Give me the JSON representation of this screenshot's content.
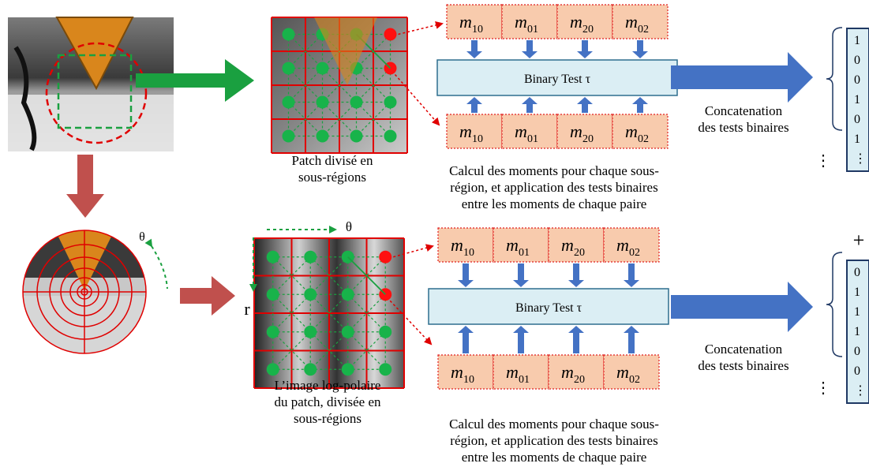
{
  "top": {
    "moments_top": [
      "m10",
      "m01",
      "m20",
      "m02"
    ],
    "moments_bottom": [
      "m10",
      "m01",
      "m20",
      "m02"
    ],
    "binary_test_label": "Binary Test τ",
    "patch_caption": "Patch divisé en\nsous-régions",
    "moments_caption": "Calcul des moments pour chaque sous-\nrégion, et application des tests binaires\nentre les moments de chaque paire",
    "concat_caption": "Concatenation\ndes tests binaires",
    "bits": [
      "1",
      "0",
      "0",
      "1",
      "0",
      "1",
      "⋮"
    ]
  },
  "bottom": {
    "moments_top": [
      "m10",
      "m01",
      "m20",
      "m02"
    ],
    "moments_bottom": [
      "m10",
      "m01",
      "m20",
      "m02"
    ],
    "binary_test_label": "Binary Test τ",
    "patch_caption": "L’image log-polaire\ndu patch, divisée en\nsous-régions",
    "moments_caption": "Calcul des moments pour chaque sous-\nrégion, et application des tests binaires\nentre les moments de chaque paire",
    "concat_caption": "Concatenation\ndes tests binaires",
    "bits": [
      "0",
      "1",
      "1",
      "1",
      "0",
      "0",
      "⋮"
    ]
  },
  "symbols": {
    "theta_polar": "θ",
    "theta_axis": "θ",
    "r_axis": "r",
    "plus": "+",
    "vdots": "⋮"
  },
  "colors": {
    "moment_fill": "#f8cbad",
    "moment_border": "#e02020",
    "test_fill": "#dbeef4",
    "test_border": "#2e6f8e",
    "blue_arrow": "#4472c4",
    "green": "#1aa040",
    "dark_red": "#c0504d",
    "grid_red": "#e00000"
  }
}
